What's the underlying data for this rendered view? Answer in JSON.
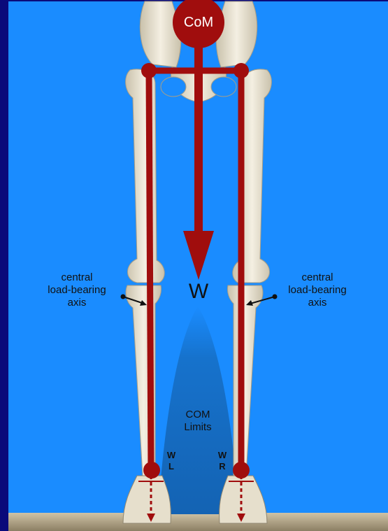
{
  "com_label": "CoM",
  "weight_label": "W",
  "left_axis_label": [
    "central",
    "load-bearing",
    "axis"
  ],
  "right_axis_label": [
    "central",
    "load-bearing",
    "axis"
  ],
  "com_limits_label": [
    "COM",
    "Limits"
  ],
  "left_foot_label": [
    "W",
    "L"
  ],
  "right_foot_label": [
    "W",
    "R"
  ],
  "colors": {
    "background": "#1a8cff",
    "frame": "#0a0a7a",
    "axis_red": "#a00d0d",
    "bone": "#ece6d6",
    "limits_cone": "#1565b8",
    "floor": "#b9ab8c"
  }
}
